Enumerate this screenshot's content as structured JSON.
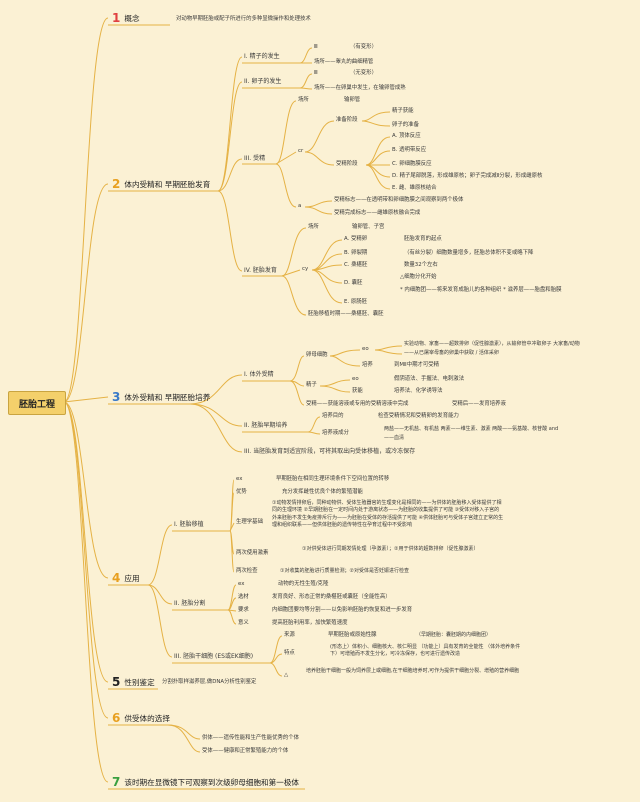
{
  "root": "胚胎工程",
  "colors": {
    "bg": "#fbf1d4",
    "line": "#e5b245",
    "num1": "#e04040",
    "num2": "#e8a020",
    "num3": "#3a7ac8",
    "num4": "#e8a020",
    "num5": "#222222",
    "num6": "#e8a020",
    "num7": "#3aa040"
  },
  "s1": {
    "num": "1",
    "title": "概念",
    "desc": "对动物早期胚胎或配子所进行的多种显微操作和处理技术"
  },
  "s2": {
    "num": "2",
    "title": "体内受精和 早期胚胎发育",
    "i": {
      "title": "I. 精子的发生",
      "a": "Ⅲ",
      "a_note": "（有变形）",
      "b": "场所——睾丸的曲细精管"
    },
    "ii": {
      "title": "II. 卵子的发生",
      "a": "Ⅲ",
      "a_note": "（无变形）",
      "b": "场所——在卵巢中发生，在输卵管成熟"
    },
    "iii": {
      "title": "III. 受精",
      "place_l": "场所",
      "place_v": "输卵管",
      "cr": "cr",
      "prep": "准备阶段",
      "prep1": "精子获能",
      "prep2": "卵子的准备",
      "fert": "受精阶段",
      "fa": "A. 顶体反应",
      "fb": "B. 透明带反应",
      "fc": "C. 卵细胞膜反应",
      "fd": "D. 精子尾部脱落，形成雄原核；卵子完成减Ⅱ分裂，形成雌原核",
      "fe": "E. 雌、雄原核结合",
      "a_lbl": "a",
      "sign1": "受精标志——在透明带和卵细胞膜之间观察到两个极体",
      "sign2": "受精完成标志——雌雄原核融合完成"
    },
    "iv": {
      "title": "IV. 胚胎发育",
      "place": "场所",
      "place_v": "输卵管、子宫",
      "cy": "cy",
      "a": "A. 受精卵",
      "a_v": "胚胎发育的起点",
      "b": "B. 卵裂期",
      "b_v": "（有丝分裂）细胞数量增多，胚胎总体积不变或略下降",
      "c": "C. 桑椹胚",
      "c_v": "数量32个左右",
      "d": "D. 囊胚",
      "d_v1": "△细胞分化开始",
      "d_v2": "* 内细胞团——将来发育成胎儿的各种组织 * 滋养层——胎盘和胎膜",
      "e": "E. 原肠胚",
      "note": "胚胎移植时期——桑椹胚、囊胚"
    }
  },
  "s3": {
    "num": "3",
    "title": "体外受精和 早期胚胎培养",
    "i": {
      "title": "I. 体外受精",
      "egg": "卵母细胞",
      "eo": "eo",
      "egg1": "实验动物、家畜——超数排卵（促性腺激素），从输卵管中冲取卵子 大家畜/动物",
      "egg2": "——从已屠宰母畜的卵巢中获取 / 活体采卵",
      "culture": "培养",
      "culture_v": "到MⅡ中期才可受精",
      "sperm": "精子",
      "eo2": "eo",
      "sp1": "假阴道法、手握法、电刺激法",
      "sp2": "获能",
      "sp2_v": "培养法、化学诱导法",
      "fert": "受精——获能溶液或专用的受精溶液中完成",
      "fert_v": "受精后——发育培养液"
    },
    "ii": {
      "title": "II. 胚胎早期培养",
      "purpose": "培养目的",
      "purpose_v": "检查受精情况和受精卵的发育能力",
      "comp": "培养液成分",
      "comp_v": "两盐——无机盐、有机盐 两素——维生素、激素 两酸——氨基酸、核苷酸 and",
      "comp_v2": "——血清"
    },
    "iii": "III. 当胚胎发育到适宜阶段，可将其取出向受体移植，或冷冻保存"
  },
  "s4": {
    "num": "4",
    "title": "应用",
    "i": {
      "title": "I. 胚胎移植",
      "ex": "ex",
      "ex_v": "早期胚胎在相同生理环境条件下空间位置的转移",
      "adv": "优势",
      "adv_v": "充分发挥雌性优良个体的繁殖潜能",
      "basis": "生理学基础",
      "b1": "①动物发情排卵后，同种动物供、受体生殖器官的生理变化是相同的——为供体的胚胎移入受体提供了相同的生理环境 ②早期胚胎在一定时间内处于游离状态——为胚胎的收集提供了可能 ③受体对移入子宫的外来胚胎不发生免疫排斥行为——为胚胎在受体的存活提供了可能 ④供体胚胎可与受体子宫建立正常的生理和组织联系——但供体胚胎的遗传特性在孕育过程中不受影响",
      "hormone": "两次使用激素",
      "h_v": "①对供受体进行同期发情处理（孕激素）；②用于供体的超数排卵（促性腺激素）",
      "check": "两次检查",
      "check_v": "①对收集的胚胎进行质量检测；②对受体是否妊娠进行检查"
    },
    "ii": {
      "title": "II. 胚胎分割",
      "ex": "ex",
      "ex_v": "动物的无性生殖/克隆",
      "mat": "选材",
      "mat_v": "发育良好、形态正常的桑椹胚或囊胚（全能性高）",
      "req": "要求",
      "req_v": "内细胞团要均等分割——以免影响胚胎的恢复和进一步发育",
      "sig": "意义",
      "sig_v": "提高胚胎利用率，加快繁殖速度"
    },
    "iii": {
      "title": "III. 胚胎干细胞 (ES或EK细胞)",
      "src": "来源",
      "src_v": "早期胚胎或原始性腺",
      "src_v2": "（早期胚胎：囊胚期的内细胞团）",
      "feat": "特点",
      "feat_v": "(形态上）体积小、细胞核大、核仁明显 （功能上）具有发育的全能性 （体外培养条件下）可增殖而不发生分化，可冷冻保存，也可进行遗传改造",
      "tri": "△",
      "tri_v": "培养胚胎干细胞一般为饲养层上或细胞,在干细胞培养时,可作为提供干细胞分裂、增殖的营养细胞"
    }
  },
  "s5": {
    "num": "5",
    "title": "性别鉴定",
    "desc": "分割扑取样滋养层,做DNA分析性别鉴定"
  },
  "s6": {
    "num": "6",
    "title": "供受体的选择",
    "a": "供体——遗传性能和生产性能优秀的个体",
    "b": "受体——健康和正常繁殖能力的个体"
  },
  "s7": {
    "num": "7",
    "title": "该时期在显微镜下可观察到次级卵母细胞和第一极体"
  }
}
